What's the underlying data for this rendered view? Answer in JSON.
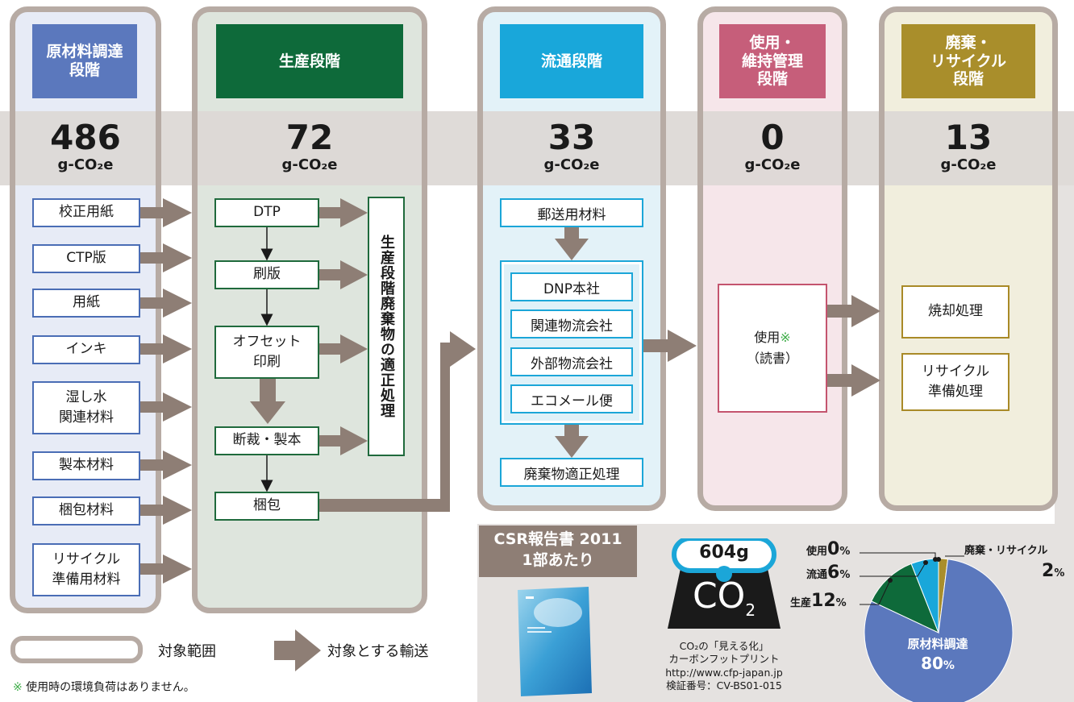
{
  "stages": [
    {
      "header": "原材料調達\n段階",
      "value": "486",
      "unit": "g-CO₂e",
      "color": "#5b78bd",
      "bg": "#e7ebf6"
    },
    {
      "header": "生産段階",
      "value": "72",
      "unit": "g-CO₂e",
      "color": "#0e6a3a",
      "bg": "#dee5dd"
    },
    {
      "header": "流通段階",
      "value": "33",
      "unit": "g-CO₂e",
      "color": "#19a7da",
      "bg": "#e3f2f8"
    },
    {
      "header": "使用・\n維持管理\n段階",
      "value": "0",
      "unit": "g-CO₂e",
      "color": "#c65e7a",
      "bg": "#f6e6ea"
    },
    {
      "header": "廃棄・\nリサイクル\n段階",
      "value": "13",
      "unit": "g-CO₂e",
      "color": "#a98e2b",
      "bg": "#f1eedd"
    }
  ],
  "materials": [
    "校正用紙",
    "CTP版",
    "用紙",
    "インキ",
    "湿し水\n関連材料",
    "製本材料",
    "梱包材料",
    "リサイクル\n準備用材料"
  ],
  "production": {
    "steps": [
      "DTP",
      "刷版",
      "オフセット\n印刷",
      "断裁・製本",
      "梱包"
    ],
    "waste": "生産段階廃棄物の適正処理"
  },
  "distribution": {
    "top": "郵送用材料",
    "carriers": [
      "DNP本社",
      "関連物流会社",
      "外部物流会社",
      "エコメール便"
    ],
    "bottom": "廃棄物適正処理"
  },
  "use": {
    "label": "使用",
    "mark": "※",
    "sub": "（読書）"
  },
  "disposal": {
    "items": [
      "焼却処理",
      "リサイクル\n準備処理"
    ]
  },
  "legend": {
    "scope": "対象範囲",
    "transport": "対象とする輸送"
  },
  "footnote": {
    "mark": "※",
    "text": " 使用時の環境負荷はありません。"
  },
  "info": {
    "title": "CSR報告書 2011\n1部あたり",
    "total": "604g",
    "co2": "CO",
    "co2_sub": "2",
    "desc": [
      "CO₂の「見える化」",
      "カーボンフットプリント",
      "http://www.cfp-japan.jp",
      "検証番号：CV-BS01-015"
    ]
  },
  "chart_data": {
    "type": "pie",
    "slices": [
      {
        "label": "原材料調達",
        "value": 80,
        "color": "#5b78bd"
      },
      {
        "label": "生産",
        "value": 12,
        "color": "#0e6a3a"
      },
      {
        "label": "流通",
        "value": 6,
        "color": "#19a7da"
      },
      {
        "label": "使用",
        "value": 0,
        "color": "#c65e7a"
      },
      {
        "label": "廃棄・リサイクル",
        "value": 2,
        "color": "#a98e2b"
      }
    ],
    "percent_suffix": "%"
  },
  "colors": {
    "arrow": "#8e7e75",
    "frame": "#b7aba4",
    "info_bg": "#e5e2e0",
    "info_title_bg": "#8e7e75",
    "green_mark": "#3fae49"
  }
}
